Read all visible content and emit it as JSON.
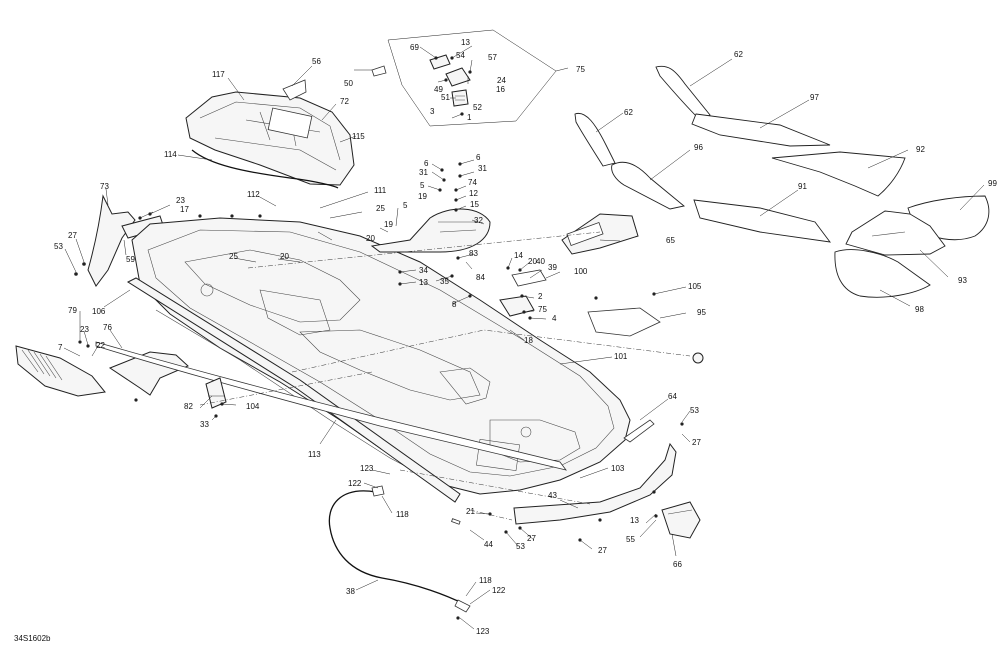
{
  "drawing_code": "34S1602b",
  "callouts": [
    {
      "t": "117"
    },
    {
      "t": "56"
    },
    {
      "t": "50"
    },
    {
      "t": "72"
    },
    {
      "t": "115"
    },
    {
      "t": "114"
    },
    {
      "t": "69"
    },
    {
      "t": "13"
    },
    {
      "t": "54"
    },
    {
      "t": "57"
    },
    {
      "t": "24"
    },
    {
      "t": "16"
    },
    {
      "t": "49"
    },
    {
      "t": "51"
    },
    {
      "t": "52"
    },
    {
      "t": "3"
    },
    {
      "t": "1"
    },
    {
      "t": "75"
    },
    {
      "t": "62"
    },
    {
      "t": "97"
    },
    {
      "t": "62"
    },
    {
      "t": "96"
    },
    {
      "t": "92"
    },
    {
      "t": "91"
    },
    {
      "t": "99"
    },
    {
      "t": "93"
    },
    {
      "t": "98"
    },
    {
      "t": "73"
    },
    {
      "t": "23"
    },
    {
      "t": "17"
    },
    {
      "t": "27"
    },
    {
      "t": "53"
    },
    {
      "t": "59"
    },
    {
      "t": "106"
    },
    {
      "t": "112"
    },
    {
      "t": "111"
    },
    {
      "t": "25"
    },
    {
      "t": "20"
    },
    {
      "t": "19"
    },
    {
      "t": "5"
    },
    {
      "t": "6"
    },
    {
      "t": "31"
    },
    {
      "t": "6"
    },
    {
      "t": "31"
    },
    {
      "t": "5"
    },
    {
      "t": "74"
    },
    {
      "t": "19"
    },
    {
      "t": "12"
    },
    {
      "t": "15"
    },
    {
      "t": "32"
    },
    {
      "t": "65"
    },
    {
      "t": "25"
    },
    {
      "t": "20"
    },
    {
      "t": "34"
    },
    {
      "t": "13"
    },
    {
      "t": "35"
    },
    {
      "t": "84"
    },
    {
      "t": "83"
    },
    {
      "t": "14"
    },
    {
      "t": "20"
    },
    {
      "t": "40"
    },
    {
      "t": "39"
    },
    {
      "t": "100"
    },
    {
      "t": "8"
    },
    {
      "t": "2"
    },
    {
      "t": "75"
    },
    {
      "t": "4"
    },
    {
      "t": "18"
    },
    {
      "t": "105"
    },
    {
      "t": "95"
    },
    {
      "t": "79"
    },
    {
      "t": "23"
    },
    {
      "t": "22"
    },
    {
      "t": "7"
    },
    {
      "t": "76"
    },
    {
      "t": "101"
    },
    {
      "t": "82"
    },
    {
      "t": "104"
    },
    {
      "t": "33"
    },
    {
      "t": "64"
    },
    {
      "t": "53"
    },
    {
      "t": "27"
    },
    {
      "t": "113"
    },
    {
      "t": "103"
    },
    {
      "t": "123"
    },
    {
      "t": "122"
    },
    {
      "t": "118"
    },
    {
      "t": "43"
    },
    {
      "t": "21"
    },
    {
      "t": "13"
    },
    {
      "t": "55"
    },
    {
      "t": "27"
    },
    {
      "t": "53"
    },
    {
      "t": "44"
    },
    {
      "t": "27"
    },
    {
      "t": "66"
    },
    {
      "t": "38"
    },
    {
      "t": "118"
    },
    {
      "t": "122"
    },
    {
      "t": "123"
    }
  ]
}
